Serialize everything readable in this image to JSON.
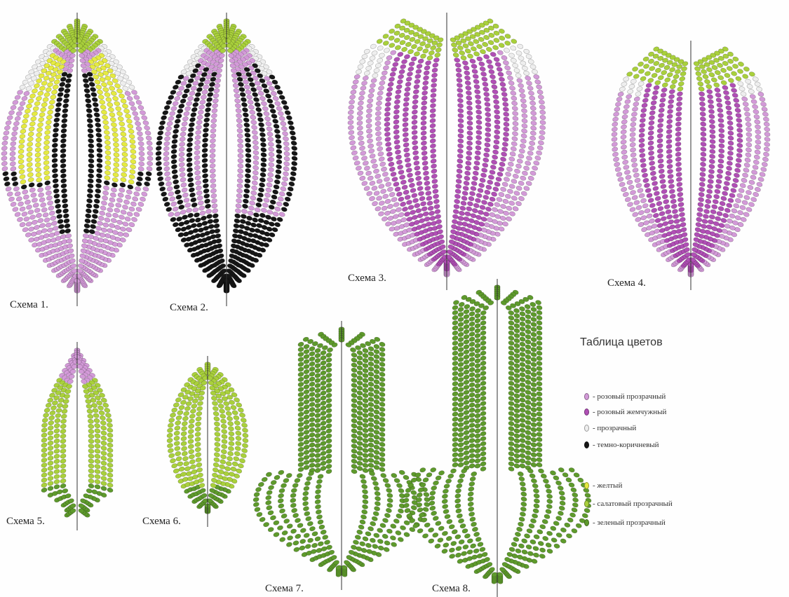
{
  "colors": {
    "pink_transparent": "#d39ad8",
    "pink_pearl": "#b04fb5",
    "transparent": "#eeeeee",
    "dark_brown": "#161616",
    "yellow": "#e5ea42",
    "light_green": "#a9d03c",
    "green": "#5e9a2c"
  },
  "schemes": [
    {
      "label": "Схема 1."
    },
    {
      "label": "Схема 2."
    },
    {
      "label": "Схема 3."
    },
    {
      "label": "Схема 4."
    },
    {
      "label": "Схема 5."
    },
    {
      "label": "Схема 6."
    },
    {
      "label": "Схема 7."
    },
    {
      "label": "Схема 8."
    }
  ],
  "legend": {
    "title": "Таблица цветов",
    "items": [
      {
        "label": "- розовый прозрачный",
        "color": "#d39ad8"
      },
      {
        "label": "- розовый жемчужный",
        "color": "#b04fb5"
      },
      {
        "label": "- прозрачный",
        "color": "#eeeeee"
      },
      {
        "label": "- темно-коричневый",
        "color": "#161616"
      },
      {
        "label": "- желтый",
        "color": "#e5ea42"
      },
      {
        "label": "- салатовый прозрачный",
        "color": "#a9d03c"
      },
      {
        "label": "- зеленый прозрачный",
        "color": "#5e9a2c"
      }
    ]
  }
}
